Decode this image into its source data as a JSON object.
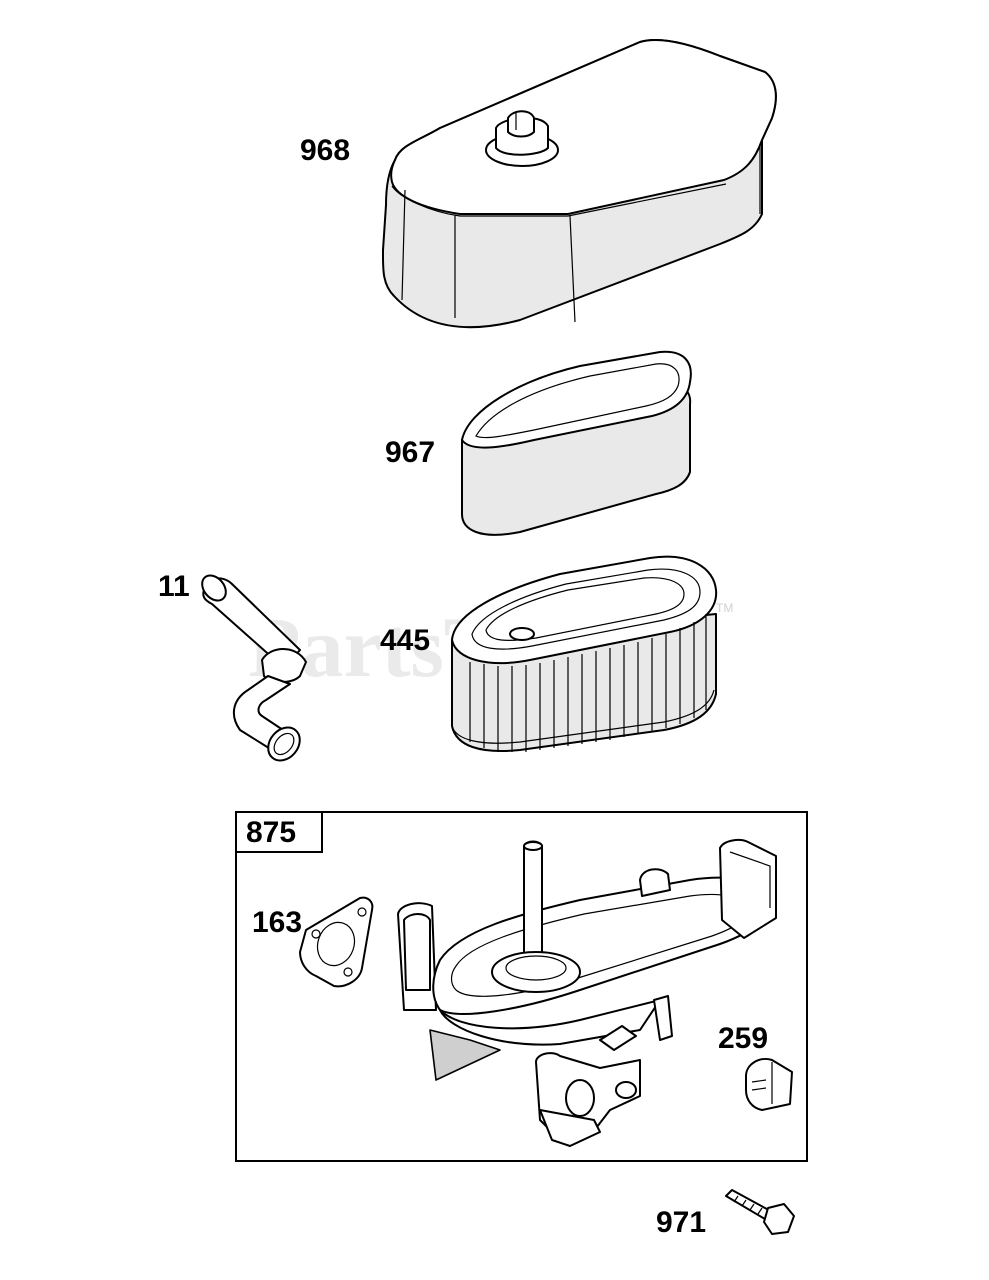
{
  "watermark": {
    "text": "PartsTree",
    "trademark": "TM"
  },
  "labels": {
    "air_cleaner_cover": "968",
    "pre_cleaner": "967",
    "breather_tube": "11",
    "air_filter": "445",
    "air_cleaner_base_kit": "875",
    "gasket": "163",
    "clip": "259",
    "screw": "971"
  }
}
